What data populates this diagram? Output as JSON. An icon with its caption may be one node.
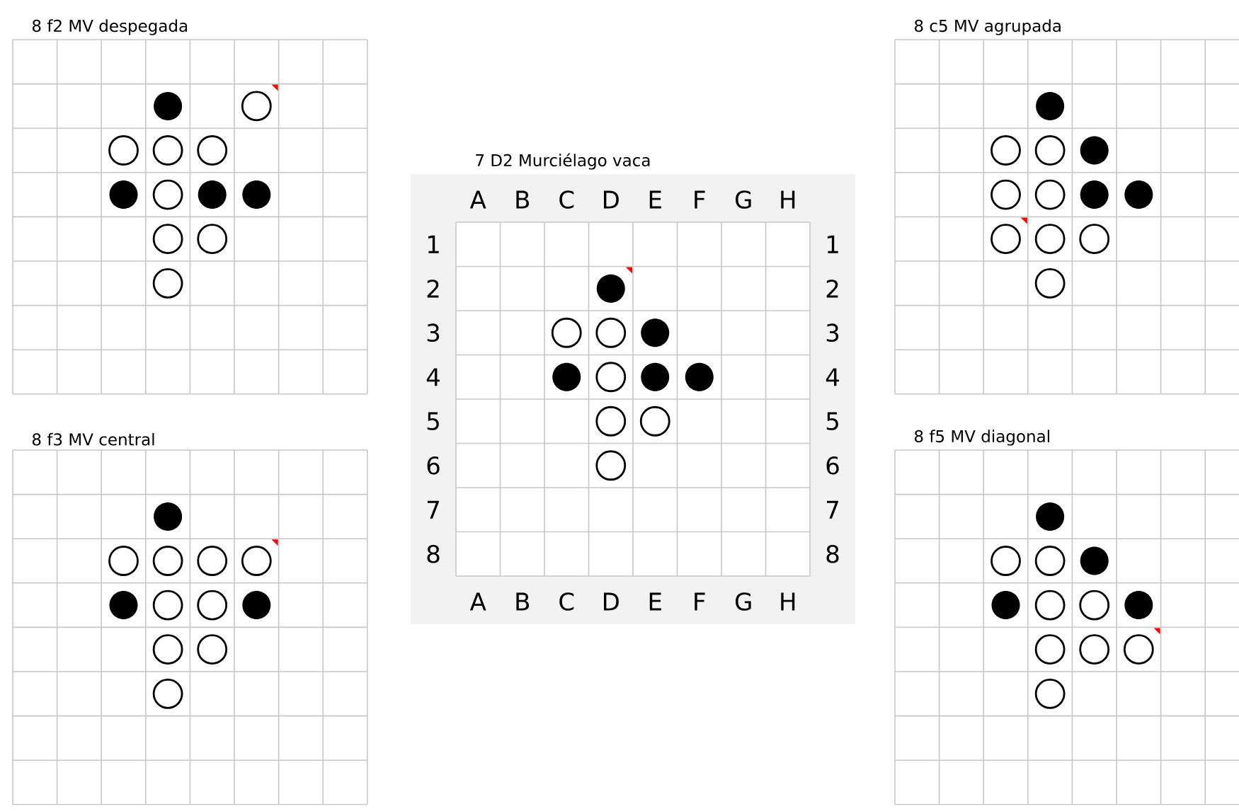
{
  "diagram": {
    "nodes": [
      {
        "text": [
          "8 f2 MV despegada"
        ]
      },
      {
        "text": [
          "8 c5 MV agrupada"
        ]
      },
      {
        "text": [
          "7 D2 Murciélago vaca"
        ]
      },
      {
        "text": [
          "8 f3 MV central"
        ]
      },
      {
        "text": [
          "8 f5 MV diagonal"
        ]
      }
    ],
    "labels": [
      "A",
      "B",
      "C",
      "D",
      "E",
      "F",
      "G",
      "H",
      "1",
      "1",
      "2",
      "2",
      "3",
      "3",
      "4",
      "4",
      "5",
      "5",
      "6",
      "6",
      "7",
      "7",
      "8",
      "8",
      "A",
      "B",
      "C",
      "D",
      "E",
      "F",
      "G",
      "H"
    ]
  }
}
